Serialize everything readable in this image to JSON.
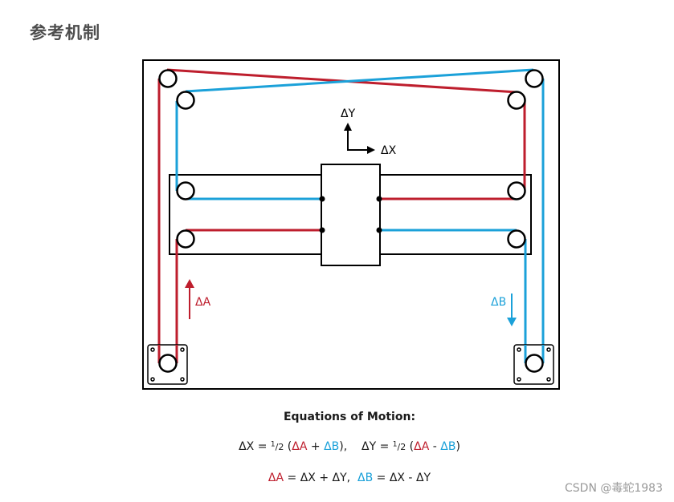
{
  "heading": "参考机制",
  "colors": {
    "a_belt": "#be1e2d",
    "b_belt": "#1ba1d9",
    "frame": "#000000"
  },
  "diagram": {
    "labels": {
      "dy": "ΔY",
      "dx": "ΔX",
      "da": "ΔA",
      "db": "ΔB"
    }
  },
  "equations": {
    "title": "Equations of Motion:",
    "line1": {
      "dx_lhs": "ΔX = ",
      "half_num": "1",
      "half_den": "/2",
      "open": " (",
      "a": "ΔA",
      "plus": " + ",
      "b": "ΔB",
      "close_sep": "),",
      "dy_lhs": "ΔY = ",
      "half_num2": "1",
      "half_den2": "/2",
      "open2": " (",
      "a2": "ΔA",
      "minus": " - ",
      "b2": "ΔB",
      "close2": ")"
    },
    "line2": {
      "a": "ΔA",
      "a_rhs": " = ΔX + ΔY,",
      "b": "ΔB",
      "b_rhs": " = ΔX - ΔY"
    }
  },
  "watermark": "CSDN @毒蛇1983"
}
